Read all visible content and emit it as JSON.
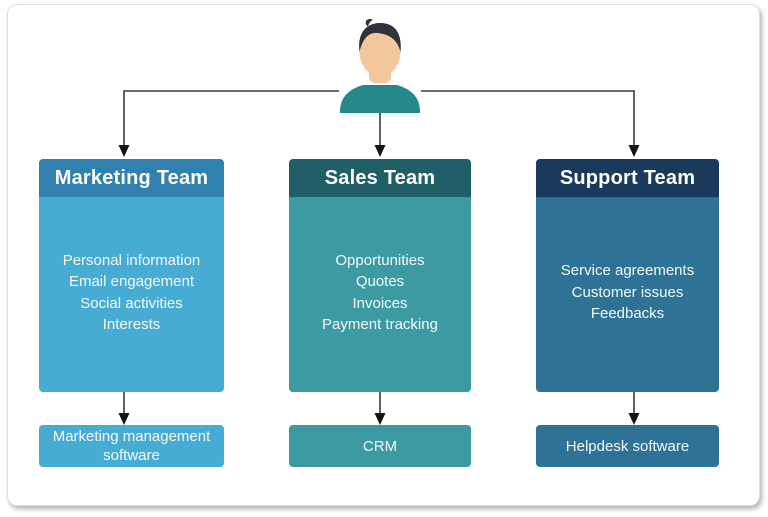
{
  "diagram": {
    "description": "Org diagram: a customer/person connects to three teams, each team maps to a software tool"
  },
  "person": {
    "icon": "person-avatar",
    "colors": {
      "skin": "#f2c79c",
      "hair": "#32323a",
      "shirt": "#27888c"
    }
  },
  "teams": [
    {
      "name": "Marketing Team",
      "items": [
        "Personal information",
        "Email engagement",
        "Social activities",
        "Interests"
      ],
      "tool": "Marketing management software",
      "colors": {
        "header": "#3181b0",
        "body": "#47acd3",
        "tool": "#47acd3"
      }
    },
    {
      "name": "Sales Team",
      "items": [
        "Opportunities",
        "Quotes",
        "Invoices",
        "Payment tracking"
      ],
      "tool": "CRM",
      "colors": {
        "header": "#215f68",
        "body": "#3b9aa2",
        "tool": "#3b9aa2"
      }
    },
    {
      "name": "Support Team",
      "items": [
        "Service agreements",
        "Customer issues",
        "Feedbacks"
      ],
      "tool": "Helpdesk software",
      "colors": {
        "header": "#1a3a5c",
        "body": "#2e7296",
        "tool": "#2e7296"
      }
    }
  ],
  "connectors": {
    "color": "#3a3a3a",
    "arrow_color": "#141414"
  }
}
